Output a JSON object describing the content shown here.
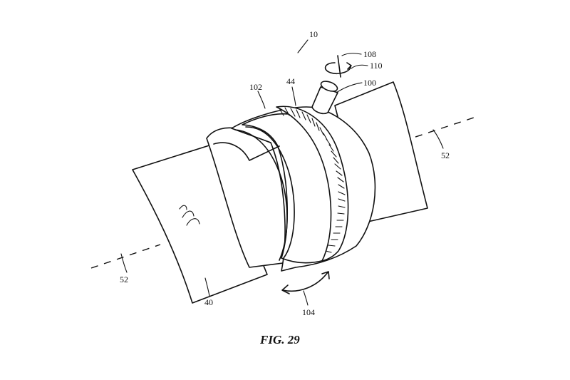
{
  "figure": {
    "caption": "FIG. 29",
    "labels": {
      "assembly": "10",
      "rotation_axis_small": "108",
      "rotation_arrow_small": "110",
      "knob": "100",
      "ring_body": "44",
      "ring_edge": "102",
      "axis_right": "52",
      "axis_left": "52",
      "tube": "40",
      "rotation_arrow_large": "104"
    }
  }
}
